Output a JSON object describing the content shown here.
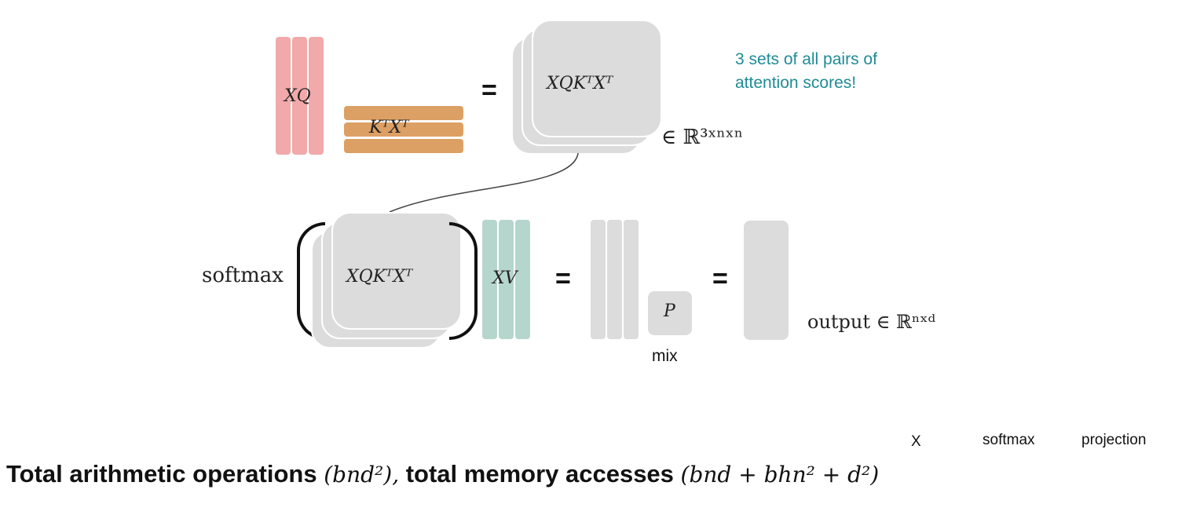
{
  "top": {
    "xq_label": "XQ",
    "kx_label": "KᵀXᵀ",
    "equals": "=",
    "scores_label": "XQKᵀXᵀ",
    "scores_space": "∈ ℝ³ˣⁿˣⁿ",
    "note_line1": "3 sets of all pairs of",
    "note_line2": "attention scores!"
  },
  "middle": {
    "softmax_label": "softmax",
    "scores_label": "XQKᵀXᵀ",
    "xv_label": "XV",
    "equals1": "=",
    "p_label": "P",
    "mix_label": "mix",
    "equals2": "=",
    "output_label": "output ∈ ℝⁿˣᵈ"
  },
  "bottom": {
    "annot_x": "X",
    "annot_softmax": "softmax",
    "annot_projection": "projection",
    "arith_text": "Total arithmetic operations",
    "arith_formula": "(bnd²),",
    "mem_text": "total memory accesses",
    "mem_formula": "(bnd + bhn² + d²)"
  },
  "colors": {
    "pink": "#f1a9a9",
    "orange": "#dca064",
    "teal": "#b5d6cd",
    "gray": "#dcdcdc",
    "note": "#1f8b96"
  }
}
